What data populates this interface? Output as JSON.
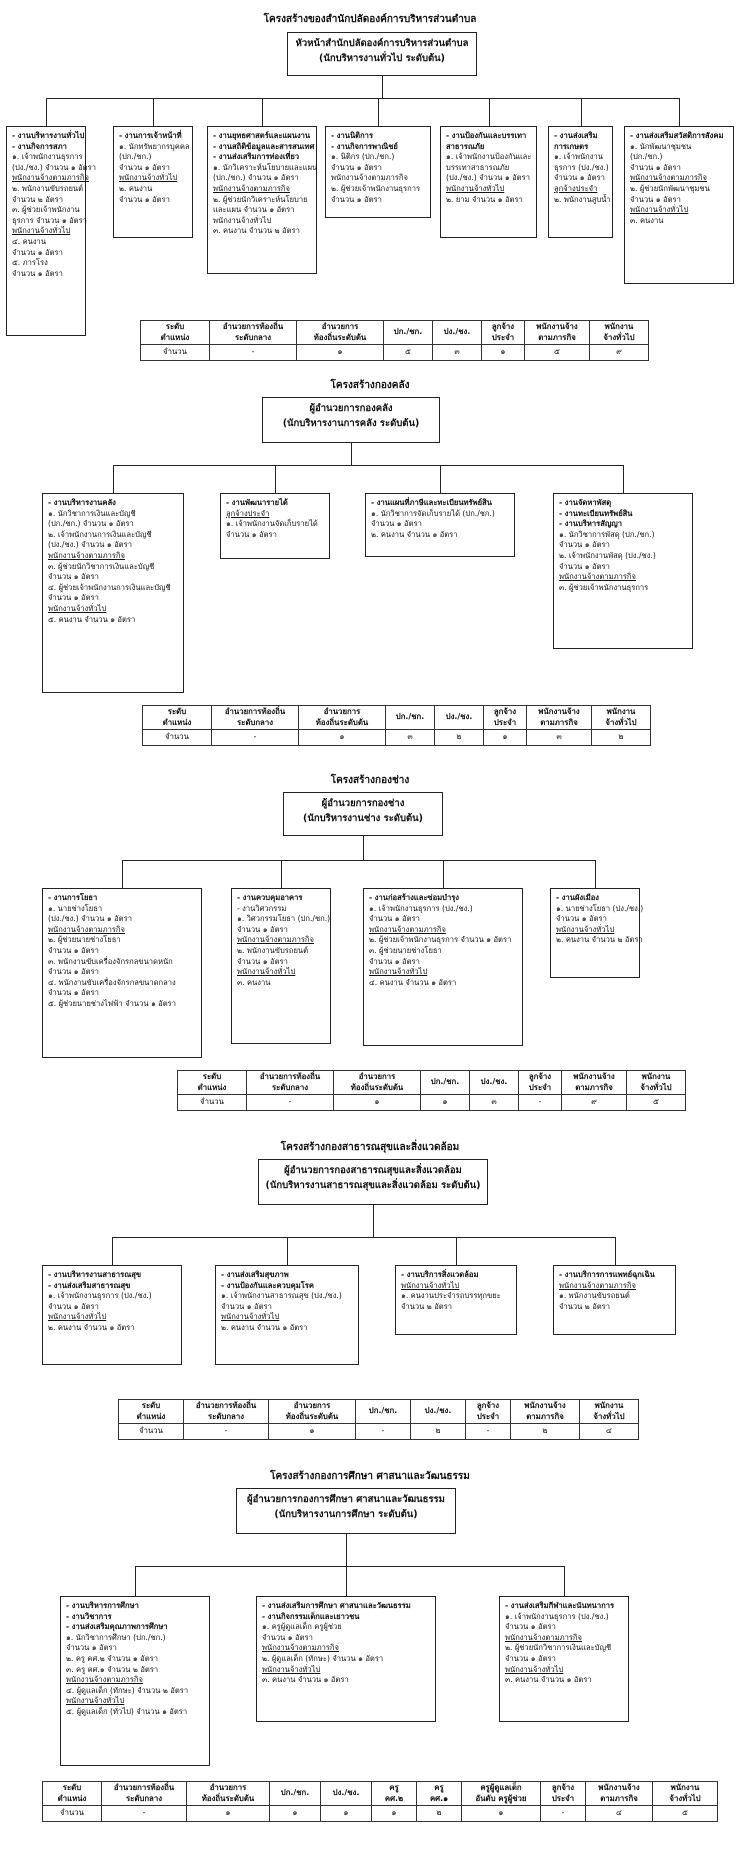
{
  "sections": [
    {
      "title": "โครงสร้างของสำนักปลัดองค์การบริหารส่วนตำบล",
      "head": [
        "หัวหน้าสำนักปลัดองค์การบริหารส่วนตำบล",
        "(นักบริหารงานทั่วไป ระดับต้น)"
      ],
      "units": [
        [
          [
            "b",
            "- งานบริหารงานทั่วไป"
          ],
          [
            "b",
            "- งานกิจการสภา"
          ],
          [
            "",
            "๑. เจ้าพนักงานธุรการ"
          ],
          [
            "",
            "(ปง./ชง.) จำนวน ๑ อัตรา"
          ],
          [
            "u",
            "พนักงานจ้างตามภารกิจ"
          ],
          [
            "",
            "๒. พนักงานขับรถยนต์"
          ],
          [
            "",
            "จำนวน ๒ อัตรา"
          ],
          [
            "",
            "๓. ผู้ช่วยเจ้าพนักงาน"
          ],
          [
            "",
            "ธุรการ จำนวน ๑ อัตรา"
          ],
          [
            "u",
            "พนักงานจ้างทั่วไป"
          ],
          [
            "",
            "๔. คนงาน"
          ],
          [
            "",
            "จำนวน ๑ อัตรา"
          ],
          [
            "",
            "๕. ภารโรง"
          ],
          [
            "",
            "จำนวน ๑ อัตรา"
          ]
        ],
        [
          [
            "b",
            "- งานการเจ้าหน้าที่"
          ],
          [
            "",
            "๑. นักทรัพยากรบุคคล"
          ],
          [
            "",
            "(ปก./ชก.)"
          ],
          [
            "",
            "จำนวน ๑ อัตรา"
          ],
          [
            "u",
            "พนักงานจ้างทั่วไป"
          ],
          [
            "",
            "๒. คนงาน"
          ],
          [
            "",
            "จำนวน ๑ อัตรา"
          ]
        ],
        [
          [
            "b",
            "- งานยุทธศาสตร์และแผนงาน"
          ],
          [
            "b",
            "- งานสถิติข้อมูลและสารสนเทศ"
          ],
          [
            "b",
            "- งานส่งเสริมการท่องเที่ยว"
          ],
          [
            "",
            "๑. นักวิเคราะห์นโยบายและแผน"
          ],
          [
            "",
            "(ปก./ชก.) จำนวน ๑ อัตรา"
          ],
          [
            "u",
            "พนักงานจ้างตามภารกิจ"
          ],
          [
            "",
            "๒. ผู้ช่วยนักวิเคราะห์นโยบาย"
          ],
          [
            "",
            "และแผน จำนวน ๑ อัตรา"
          ],
          [
            "",
            "พนักงานจ้างทั่วไป"
          ],
          [
            "",
            "๓. คนงาน จำนวน ๒ อัตรา"
          ]
        ],
        [
          [
            "b",
            "- งานนิติการ"
          ],
          [
            "b",
            "- งานกิจการพาณิชย์"
          ],
          [
            "",
            "๑. นิติกร (ปก./ชก.)"
          ],
          [
            "",
            "จำนวน ๑ อัตรา"
          ],
          [
            "",
            "พนักงานจ้างตามภารกิจ"
          ],
          [
            "",
            "๒. ผู้ช่วยเจ้าพนักงานธุรการ"
          ],
          [
            "",
            "จำนวน ๑ อัตรา"
          ]
        ],
        [
          [
            "b",
            "- งานป้องกันและบรรเทา"
          ],
          [
            "b",
            "  สาธารณภัย"
          ],
          [
            "",
            "๑. เจ้าพนักงานป้องกันและ"
          ],
          [
            "",
            "บรรเทาสาธารณภัย"
          ],
          [
            "",
            "(ปง./ชง.) จำนวน ๑ อัตรา"
          ],
          [
            "u",
            "พนักงานจ้างทั่วไป"
          ],
          [
            "",
            "๒. ยาม จำนวน ๑ อัตรา"
          ]
        ],
        [
          [
            "b",
            "- งานส่งเสริม"
          ],
          [
            "b",
            "  การเกษตร"
          ],
          [
            "",
            "๑. เจ้าพนักงาน"
          ],
          [
            "",
            "ธุรการ (ปง./ชง.)"
          ],
          [
            "",
            "จำนวน ๑ อัตรา"
          ],
          [
            "u",
            "ลูกจ้างประจำ"
          ],
          [
            "",
            "๒. พนักงานสูบน้ำ"
          ]
        ],
        [
          [
            "b",
            "- งานส่งเสริมสวัสดิการสังคม"
          ],
          [
            "",
            "๑. นักพัฒนาชุมชน"
          ],
          [
            "",
            "(ปก./ชก.)"
          ],
          [
            "",
            "จำนวน ๑ อัตรา"
          ],
          [
            "u",
            "พนักงานจ้างตามภารกิจ"
          ],
          [
            "",
            "๒. ผู้ช่วยนักพัฒนาชุมชน"
          ],
          [
            "",
            "จำนวน ๑ อัตรา"
          ],
          [
            "u",
            "พนักงานจ้างทั่วไป"
          ],
          [
            "",
            "๓. คนงาน"
          ]
        ]
      ],
      "table": {
        "headers": [
          [
            "ระดับ",
            "ตำแหน่ง"
          ],
          [
            "อำนวยการท้องถิ่น",
            "ระดับกลาง"
          ],
          [
            "อำนวยการ",
            "ท้องถิ่นระดับต้น"
          ],
          [
            "ปก./ชก.",
            ""
          ],
          [
            "ปง./ชง.",
            ""
          ],
          [
            "ลูกจ้าง",
            "ประจำ"
          ],
          [
            "พนักงานจ้าง",
            "ตามภารกิจ"
          ],
          [
            "พนักงาน",
            "จ้างทั่วไป"
          ]
        ],
        "counts": [
          "จำนวน",
          "-",
          "๑",
          "๕",
          "๓",
          "๑",
          "๕",
          "๙"
        ]
      }
    },
    {
      "title": "โครงสร้างกองคลัง",
      "head": [
        "ผู้อำนวยการกองคลัง",
        "(นักบริหารงานการคลัง ระดับต้น)"
      ],
      "units": [
        [
          [
            "b",
            "- งานบริหารงานคลัง"
          ],
          [
            "",
            "๑. นักวิชาการเงินและบัญชี"
          ],
          [
            "",
            "(ปก./ชก.) จำนวน ๑ อัตรา"
          ],
          [
            "",
            "๒. เจ้าพนักงานการเงินและบัญชี"
          ],
          [
            "",
            "(ปง./ชง.) จำนวน ๑ อัตรา"
          ],
          [
            "u",
            "พนักงานจ้างตามภารกิจ"
          ],
          [
            "",
            "๓. ผู้ช่วยนักวิชาการเงินและบัญชี"
          ],
          [
            "",
            "จำนวน ๑ อัตรา"
          ],
          [
            "",
            "๔. ผู้ช่วยเจ้าพนักงานการเงินและบัญชี"
          ],
          [
            "",
            "จำนวน ๑ อัตรา"
          ],
          [
            "u",
            "พนักงานจ้างทั่วไป"
          ],
          [
            "",
            "๕. คนงาน จำนวน ๑ อัตรา"
          ]
        ],
        [
          [
            "b",
            "- งานพัฒนารายได้"
          ],
          [
            "u",
            "ลูกจ้างประจำ"
          ],
          [
            "",
            "๑. เจ้าพนักงานจัดเก็บรายได้"
          ],
          [
            "",
            "จำนวน ๑ อัตรา"
          ]
        ],
        [
          [
            "b",
            "- งานแผนที่ภาษีและทะเบียนทรัพย์สิน"
          ],
          [
            "",
            "๑. นักวิชาการจัดเก็บรายได้ (ปก./ชก.)"
          ],
          [
            "",
            "จำนวน ๑ อัตรา"
          ],
          [
            "",
            "๒. คนงาน จำนวน ๑ อัตรา"
          ]
        ],
        [
          [
            "b",
            "- งานจัดหาพัสดุ"
          ],
          [
            "b",
            "- งานทะเบียนทรัพย์สิน"
          ],
          [
            "b",
            "- งานบริหารสัญญา"
          ],
          [
            "",
            "๑. นักวิชาการพัสดุ (ปก./ชก.)"
          ],
          [
            "",
            "จำนวน ๑ อัตรา"
          ],
          [
            "",
            "๒. เจ้าพนักงานพัสดุ (ปง./ชง.)"
          ],
          [
            "",
            "จำนวน ๑ อัตรา"
          ],
          [
            "u",
            "พนักงานจ้างตามภารกิจ"
          ],
          [
            "",
            "๓. ผู้ช่วยเจ้าพนักงานธุรการ"
          ]
        ]
      ],
      "table": {
        "headers": [
          [
            "ระดับ",
            "ตำแหน่ง"
          ],
          [
            "อำนวยการท้องถิ่น",
            "ระดับกลาง"
          ],
          [
            "อำนวยการ",
            "ท้องถิ่นระดับต้น"
          ],
          [
            "ปก./ชก.",
            ""
          ],
          [
            "ปง./ชง.",
            ""
          ],
          [
            "ลูกจ้าง",
            "ประจำ"
          ],
          [
            "พนักงานจ้าง",
            "ตามภารกิจ"
          ],
          [
            "พนักงาน",
            "จ้างทั่วไป"
          ]
        ],
        "counts": [
          "จำนวน",
          "-",
          "๑",
          "๓",
          "๒",
          "๑",
          "๓",
          "๒"
        ]
      }
    },
    {
      "title": "โครงสร้างกองช่าง",
      "head": [
        "ผู้อำนวยการกองช่าง",
        "(นักบริหารงานช่าง ระดับต้น)"
      ],
      "units": [
        [
          [
            "b",
            "- งานการโยธา"
          ],
          [
            "",
            "๑. นายช่างโยธา"
          ],
          [
            "",
            "(ปง./ชง.) จำนวน ๑ อัตรา"
          ],
          [
            "u",
            "พนักงานจ้างตามภารกิจ"
          ],
          [
            "",
            "๒. ผู้ช่วยนายช่างโยธา"
          ],
          [
            "",
            "จำนวน ๑ อัตรา"
          ],
          [
            "",
            "๓. พนักงานขับเครื่องจักรกลขนาดหนัก"
          ],
          [
            "",
            "จำนวน ๑ อัตรา"
          ],
          [
            "",
            "๔. พนักงานขับเครื่องจักรกลขนาดกลาง"
          ],
          [
            "",
            "จำนวน ๑ อัตรา"
          ],
          [
            "",
            "๕. ผู้ช่วยนายช่างไฟฟ้า จำนวน ๑ อัตรา"
          ]
        ],
        [
          [
            "b",
            "- งานควบคุมอาคาร"
          ],
          [
            "",
            "- งานวิศวกรรม"
          ],
          [
            "",
            "๑. วิศวกรรมโยธา (ปก./ชก.)"
          ],
          [
            "",
            "จำนวน ๑ อัตรา"
          ],
          [
            "u",
            "พนักงานจ้างตามภารกิจ"
          ],
          [
            "",
            "๒. พนักงานขับรถยนต์"
          ],
          [
            "",
            "จำนวน ๑ อัตรา"
          ],
          [
            "u",
            "พนักงานจ้างทั่วไป"
          ],
          [
            "",
            "๓. คนงาน"
          ]
        ],
        [
          [
            "b",
            "-  งานก่อสร้างและซ่อมบำรุง"
          ],
          [
            "",
            "๑. เจ้าพนักงานธุรการ (ปง./ชง.)"
          ],
          [
            "",
            "จำนวน ๑ อัตรา"
          ],
          [
            "u",
            "พนักงานจ้างตามภารกิจ"
          ],
          [
            "",
            "๒. ผู้ช่วยเจ้าพนักงานธุรการ จำนวน ๑ อัตรา"
          ],
          [
            "",
            "๓. ผู้ช่วยนายช่างโยธา"
          ],
          [
            "",
            "จำนวน ๑ อัตรา"
          ],
          [
            "u",
            "พนักงานจ้างทั่วไป"
          ],
          [
            "",
            "๔. คนงาน จำนวน ๑ อัตรา"
          ]
        ],
        [
          [
            "b",
            "- งานผังเมือง"
          ],
          [
            "",
            "๑. นายช่างโยธา (ปง./ชง.)"
          ],
          [
            "",
            "จำนวน ๑ อัตรา"
          ],
          [
            "u",
            "พนักงานจ้างทั่วไป"
          ],
          [
            "",
            "๒. คนงาน จำนวน ๒ อัตรา"
          ]
        ]
      ],
      "table": {
        "headers": [
          [
            "ระดับ",
            "ตำแหน่ง"
          ],
          [
            "อำนวยการท้องถิ่น",
            "ระดับกลาง"
          ],
          [
            "อำนวยการ",
            "ท้องถิ่นระดับต้น"
          ],
          [
            "ปก./ชก.",
            ""
          ],
          [
            "ปง./ชง.",
            ""
          ],
          [
            "ลูกจ้าง",
            "ประจำ"
          ],
          [
            "พนักงานจ้าง",
            "ตามภารกิจ"
          ],
          [
            "พนักงาน",
            "จ้างทั่วไป"
          ]
        ],
        "counts": [
          "จำนวน",
          "-",
          "๑",
          "๑",
          "๓",
          "-",
          "๙",
          "๕"
        ]
      }
    },
    {
      "title": "โครงสร้างกองสาธารณสุขและสิ่งแวดล้อม",
      "head": [
        "ผู้อำนวยการกองสาธารณสุขและสิ่งแวดล้อม",
        "(นักบริหารงานสาธารณสุขและสิ่งแวดล้อม ระดับต้น)"
      ],
      "units": [
        [
          [
            "b",
            "- งานบริหารงานสาธารณสุข"
          ],
          [
            "b",
            "- งานส่งเสริมสาธารณสุข"
          ],
          [
            "",
            "๑. เจ้าพนักงานธุรการ (ปง./ชง.)"
          ],
          [
            "",
            "จำนวน ๑ อัตรา"
          ],
          [
            "u",
            "พนักงานจ้างทั่วไป"
          ],
          [
            "",
            "๒. คนงาน จำนวน ๑ อัตรา"
          ]
        ],
        [
          [
            "b",
            "- งานส่งเสริมสุขภาพ"
          ],
          [
            "b",
            "- งานป้องกันและควบคุมโรค"
          ],
          [
            "",
            "๑. เจ้าพนักงานสาธารณสุข (ปง./ชง.)"
          ],
          [
            "",
            "จำนวน ๑ อัตรา"
          ],
          [
            "u",
            "พนักงานจ้างทั่วไป"
          ],
          [
            "",
            "๒. คนงาน จำนวน ๑ อัตรา"
          ]
        ],
        [
          [
            "b",
            "- งานบริการสิ่งแวดล้อม"
          ],
          [
            "u",
            "พนักงานจ้างทั่วไป"
          ],
          [
            "",
            "๑. คนงานประจำรถบรรทุกขยะ"
          ],
          [
            "",
            "จำนวน ๒ อัตรา"
          ]
        ],
        [
          [
            "b",
            "- งานบริการการแพทย์ฉุกเฉิน"
          ],
          [
            "u",
            "พนักงานจ้างตามภารกิจ"
          ],
          [
            "",
            "๑. พนักงานขับรถยนต์"
          ],
          [
            "",
            "จำนวน ๒ อัตรา"
          ]
        ]
      ],
      "table": {
        "headers": [
          [
            "ระดับ",
            "ตำแหน่ง"
          ],
          [
            "อำนวยการท้องถิ่น",
            "ระดับกลาง"
          ],
          [
            "อำนวยการ",
            "ท้องถิ่นระดับต้น"
          ],
          [
            "ปก./ชก.",
            ""
          ],
          [
            "ปง./ชง.",
            ""
          ],
          [
            "ลูกจ้าง",
            "ประจำ"
          ],
          [
            "พนักงานจ้าง",
            "ตามภารกิจ"
          ],
          [
            "พนักงาน",
            "จ้างทั่วไป"
          ]
        ],
        "counts": [
          "จำนวน",
          "-",
          "๑",
          "-",
          "๒",
          "-",
          "๒",
          "๔"
        ]
      }
    },
    {
      "title": "โครงสร้างกองการศึกษา ศาสนาและวัฒนธรรม",
      "head": [
        "ผู้อำนวยการกองการศึกษา ศาสนาและวัฒนธรรม",
        "(นักบริหารงานการศึกษา ระดับต้น)"
      ],
      "units": [
        [
          [
            "b",
            "- งานบริหารการศึกษา"
          ],
          [
            "b",
            "- งานวิชาการ"
          ],
          [
            "b",
            "- งานส่งเสริมคุณภาพการศึกษา"
          ],
          [
            "",
            "๑. นักวิชาการศึกษา (ปก./ชก.)"
          ],
          [
            "",
            "จำนวน ๑ อัตรา"
          ],
          [
            "",
            "๒. ครู คศ.๒ จำนวน ๑ อัตรา"
          ],
          [
            "",
            "๓. ครู คศ.๑ จำนวน ๒ อัตรา"
          ],
          [
            "u",
            "พนักงานจ้างตามภารกิจ"
          ],
          [
            "",
            "๔. ผู้ดูแลเด็ก (ทักษะ) จำนวน ๒ อัตรา"
          ],
          [
            "u",
            "พนักงานจ้างทั่วไป"
          ],
          [
            "",
            "๕. ผู้ดูแลเด็ก (ทั่วไป) จำนวน ๑ อัตรา"
          ]
        ],
        [
          [
            "b",
            "- งานส่งเสริมการศึกษา ศาสนาและวัฒนธรรม"
          ],
          [
            "b",
            "- งานกิจกรรมเด็กและเยาวชน"
          ],
          [
            "",
            "๑. ครูผู้ดูแลเด็ก ครูผู้ช่วย"
          ],
          [
            "",
            "จำนวน ๑ อัตรา"
          ],
          [
            "u",
            "พนักงานจ้างตามภารกิจ"
          ],
          [
            "",
            "๒. ผู้ดูแลเด็ก (ทักษะ) จำนวน ๑ อัตรา"
          ],
          [
            "u",
            "พนักงานจ้างทั่วไป"
          ],
          [
            "",
            "๓. คนงาน จำนวน ๑ อัตรา"
          ]
        ],
        [
          [
            "b",
            "- งานส่งเสริมกีฬาและนันทนาการ"
          ],
          [
            "",
            "๑. เจ้าพนักงานธุรการ (ปง./ชง.)"
          ],
          [
            "",
            "จำนวน ๑ อัตรา"
          ],
          [
            "u",
            "พนักงานจ้างตามภารกิจ"
          ],
          [
            "",
            "๒. ผู้ช่วยนักวิชาการเงินและบัญชี"
          ],
          [
            "",
            "จำนวน ๑ อัตรา"
          ],
          [
            "u",
            "พนักงานจ้างทั่วไป"
          ],
          [
            "",
            "๓. คนงาน จำนวน ๑ อัตรา"
          ]
        ]
      ],
      "table": {
        "headers": [
          [
            "ระดับ",
            "ตำแหน่ง"
          ],
          [
            "อำนวยการท้องถิ่น",
            "ระดับกลาง"
          ],
          [
            "อำนวยการ",
            "ท้องถิ่นระดับต้น"
          ],
          [
            "ปก./ชก.",
            ""
          ],
          [
            "ปง./ชง.",
            ""
          ],
          [
            "ครู",
            "คศ.๒"
          ],
          [
            "ครู",
            "คศ.๑"
          ],
          [
            "ครูผู้ดูแลเด็ก",
            "อันดับ ครูผู้ช่วย"
          ],
          [
            "ลูกจ้าง",
            "ประจำ"
          ],
          [
            "พนักงานจ้าง",
            "ตามภารกิจ"
          ],
          [
            "พนักงาน",
            "จ้างทั่วไป"
          ]
        ],
        "counts": [
          "จำนวน",
          "-",
          "๑",
          "๑",
          "๑",
          "๑",
          "๒",
          "๑",
          "-",
          "๔",
          "๕"
        ]
      }
    }
  ]
}
